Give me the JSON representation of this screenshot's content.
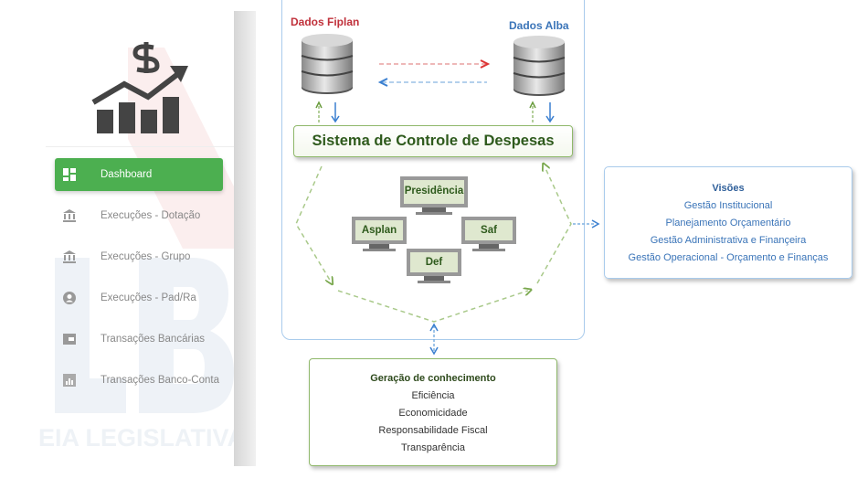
{
  "sidebar": {
    "items": [
      {
        "label": "Dashboard",
        "icon": "dashboard-icon",
        "active": true
      },
      {
        "label": "Execuções - Dotação",
        "icon": "bank-icon"
      },
      {
        "label": "Execuções - Grupo",
        "icon": "bank-icon"
      },
      {
        "label": "Execuções - Pad/Ra",
        "icon": "user-circle-icon"
      },
      {
        "label": "Transações Bancárias",
        "icon": "wallet-icon"
      },
      {
        "label": "Transações Banco-Conta",
        "icon": "bar-chart-icon"
      }
    ],
    "watermark": "EIA LEGISLATIVA",
    "accent": "#4caf50"
  },
  "diagram": {
    "fiplan": "Dados Fiplan",
    "alba": "Dados Alba",
    "system": "Sistema de Controle de Despesas",
    "nodes": [
      "Presidência",
      "Asplan",
      "Saf",
      "Def"
    ],
    "visoes": {
      "title": "Visões",
      "items": [
        "Gestão Institucional",
        "Planejamento Orçamentário",
        "Gestão Administrativa e Finançeira",
        "Gestão Operacional - Orçamento e Finanças"
      ]
    },
    "geracao": {
      "title": "Geração de conhecimento",
      "items": [
        "Eficiência",
        "Economicidade",
        "Responsabilidade Fiscal",
        "Transparência"
      ]
    }
  }
}
